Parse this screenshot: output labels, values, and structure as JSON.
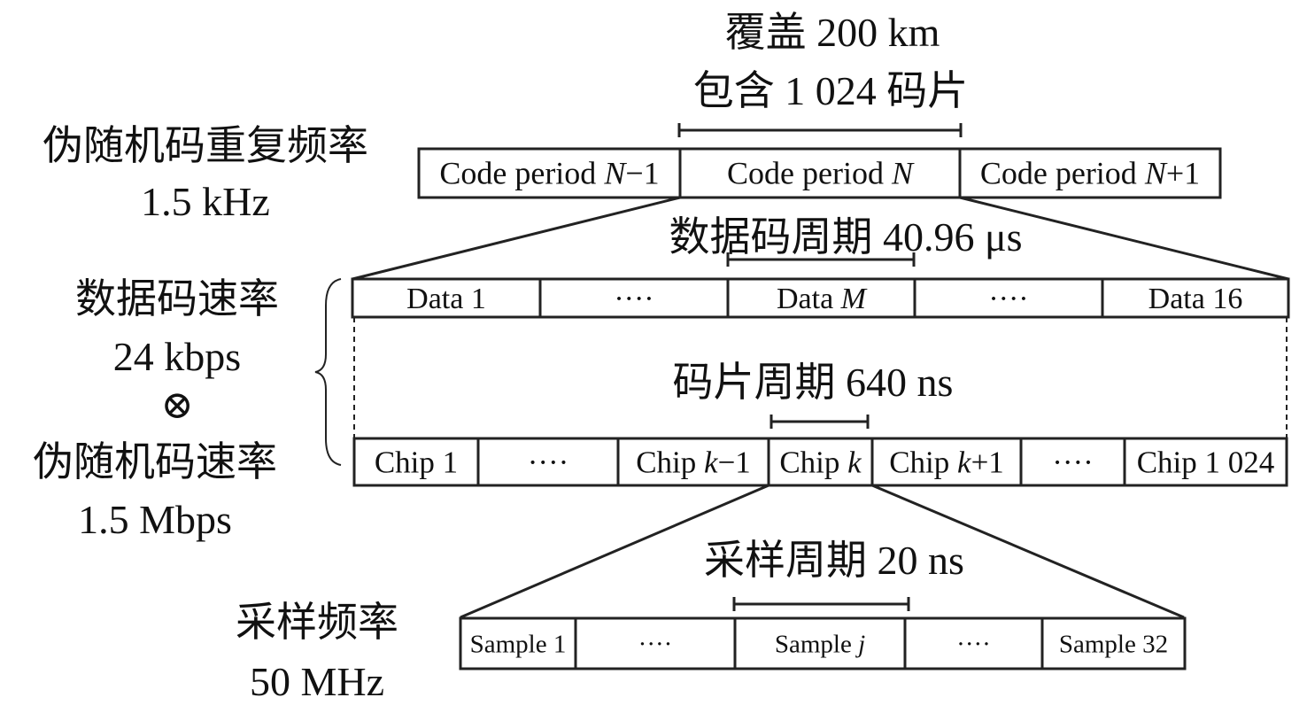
{
  "title": {
    "line1": "覆盖 200 km",
    "line2": "包含 1 024 码片"
  },
  "left_labels": {
    "prn_rep_rate": {
      "label": "伪随机码重复频率",
      "value": "1.5 kHz"
    },
    "data_rate": {
      "label": "数据码速率",
      "value": "24 kbps"
    },
    "otimes": "⊗",
    "prn_rate": {
      "label": "伪随机码速率",
      "value": "1.5 Mbps"
    },
    "sample_rate": {
      "label": "采样频率",
      "value": "50 MHz"
    }
  },
  "code_periods": [
    {
      "pre": "Code period ",
      "var": "N",
      "post": "−1"
    },
    {
      "pre": "Code period ",
      "var": "N",
      "post": ""
    },
    {
      "pre": "Code period ",
      "var": "N",
      "post": "+1"
    }
  ],
  "data_period_label": "数据码周期 40.96 μs",
  "data_cells": [
    {
      "pre": "Data 1",
      "var": "",
      "post": ""
    },
    {
      "pre": "····",
      "var": "",
      "post": ""
    },
    {
      "pre": "Data ",
      "var": "M",
      "post": ""
    },
    {
      "pre": "····",
      "var": "",
      "post": ""
    },
    {
      "pre": "Data 16",
      "var": "",
      "post": ""
    }
  ],
  "chip_period_label": "码片周期 640 ns",
  "chip_cells": [
    {
      "pre": "Chip 1",
      "var": "",
      "post": ""
    },
    {
      "pre": "····",
      "var": "",
      "post": ""
    },
    {
      "pre": "Chip ",
      "var": "k",
      "post": "−1"
    },
    {
      "pre": "Chip ",
      "var": "k",
      "post": ""
    },
    {
      "pre": "Chip ",
      "var": "k",
      "post": "+1"
    },
    {
      "pre": "····",
      "var": "",
      "post": ""
    },
    {
      "pre": "Chip 1 024",
      "var": "",
      "post": ""
    }
  ],
  "sample_period_label": "采样周期 20 ns",
  "sample_cells": [
    {
      "pre": "Sample 1",
      "var": "",
      "post": ""
    },
    {
      "pre": "····",
      "var": "",
      "post": ""
    },
    {
      "pre": "Sample ",
      "var": "j",
      "post": ""
    },
    {
      "pre": "····",
      "var": "",
      "post": ""
    },
    {
      "pre": "Sample 32",
      "var": "",
      "post": ""
    }
  ]
}
